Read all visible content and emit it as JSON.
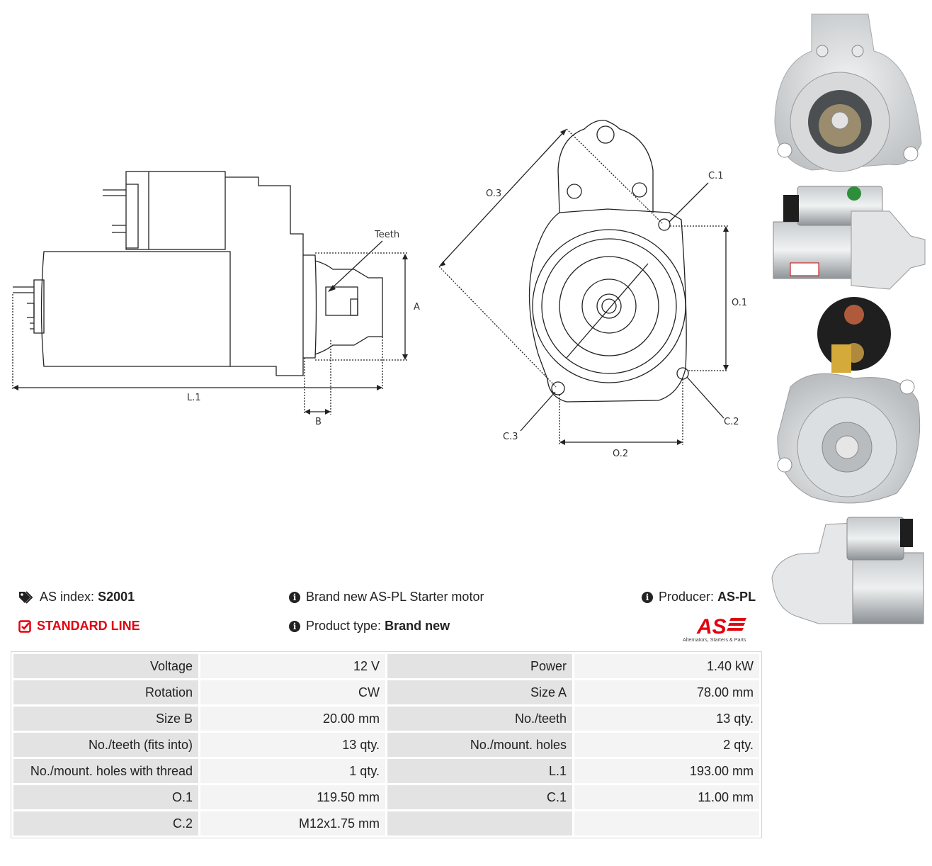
{
  "drawing": {
    "labels": {
      "teeth": "Teeth",
      "a": "A",
      "b": "B",
      "l1": "L.1",
      "o1": "O.1",
      "o2": "O.2",
      "o3": "O.3",
      "c1": "C.1",
      "c2": "C.2",
      "c3": "C.3"
    }
  },
  "photos": [
    "front-view-photo",
    "side-view-photo",
    "rear-view-photo",
    "side-view-photo-2"
  ],
  "info": {
    "as_index_label": "AS index:",
    "as_index_value": "S2001",
    "line_label": "STANDARD LINE",
    "brand_text": "Brand new AS-PL Starter motor",
    "product_type_label": "Product type:",
    "product_type_value": "Brand new",
    "producer_label": "Producer:",
    "producer_value": "AS-PL",
    "logo_text": "AS",
    "logo_subtitle": "Alternators, Starters & Parts"
  },
  "colors": {
    "accent": "#e3000f",
    "key_cell": "#e3e3e3",
    "value_cell": "#f4f4f4"
  },
  "specs": [
    {
      "k1": "Voltage",
      "v1": "12 V",
      "k2": "Power",
      "v2": "1.40 kW"
    },
    {
      "k1": "Rotation",
      "v1": "CW",
      "k2": "Size A",
      "v2": "78.00 mm"
    },
    {
      "k1": "Size B",
      "v1": "20.00 mm",
      "k2": "No./teeth",
      "v2": "13 qty."
    },
    {
      "k1": "No./teeth (fits into)",
      "v1": "13 qty.",
      "k2": "No./mount. holes",
      "v2": "2 qty."
    },
    {
      "k1": "No./mount. holes with thread",
      "v1": "1 qty.",
      "k2": "L.1",
      "v2": "193.00 mm"
    },
    {
      "k1": "O.1",
      "v1": "119.50 mm",
      "k2": "C.1",
      "v2": "11.00 mm"
    },
    {
      "k1": "C.2",
      "v1": "M12x1.75 mm",
      "k2": "",
      "v2": ""
    }
  ]
}
